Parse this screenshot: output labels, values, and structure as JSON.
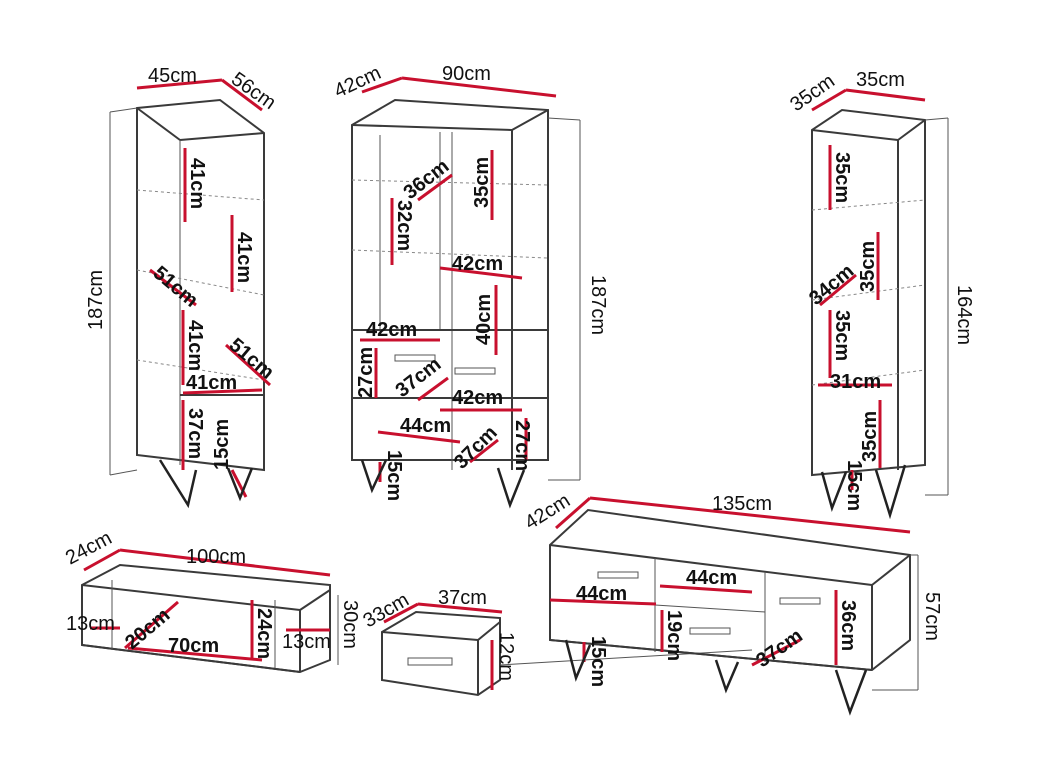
{
  "labels": {
    "tall_width": "45cm",
    "tall_depth": "56cm",
    "tall_height": "187cm",
    "tall_top_compartment": "41cm",
    "tall_mid_compartment": "41cm",
    "tall_shelf_depth": "51cm",
    "tall_low_compartment": "41cm",
    "tall_lower_shelf_depth": "51cm",
    "tall_inner_width": "41cm",
    "tall_drawer_height": "37cm",
    "tall_leg_height": "15cm",
    "vitrine_depth": "42cm",
    "vitrine_width": "90cm",
    "vitrine_height": "187cm",
    "vitrine_shelf_depth": "36cm",
    "vitrine_left_compartment": "32cm",
    "vitrine_right_top_compartment": "35cm",
    "vitrine_right_shelf_width": "42cm",
    "vitrine_right_mid_compartment": "40cm",
    "vitrine_left_shelf_width": "42cm",
    "vitrine_left_low_compartment": "27cm",
    "vitrine_drawer_depth": "37cm",
    "vitrine_right_low_shelf_width": "42cm",
    "vitrine_bottom_width": "44cm",
    "vitrine_bottom_depth": "37cm",
    "vitrine_right_low_compartment": "27cm",
    "vitrine_leg_height": "15cm",
    "bookcase_depth": "35cm",
    "bookcase_width": "35cm",
    "bookcase_height": "164cm",
    "bookcase_top_compartment": "35cm",
    "bookcase_mid_compartment": "35cm",
    "bookcase_shelf_depth": "34cm",
    "bookcase_left_compartment": "35cm",
    "bookcase_inner_width": "31cm",
    "bookcase_bottom_compartment": "35cm",
    "bookcase_leg_height": "15cm",
    "shelf_depth": "24cm",
    "shelf_width": "100cm",
    "shelf_side_height_left": "13cm",
    "shelf_inner_depth": "20cm",
    "shelf_inner_width": "70cm",
    "shelf_inner_height": "24cm",
    "shelf_side_height_right": "13cm",
    "shelf_height": "30cm",
    "drawer_depth": "33cm",
    "drawer_width": "37cm",
    "drawer_height": "12cm",
    "tv_depth": "42cm",
    "tv_width": "135cm",
    "tv_drawer_width": "44cm",
    "tv_left_compartment": "44cm",
    "tv_drawer_height": "19cm",
    "tv_right_height": "36cm",
    "tv_height": "57cm",
    "tv_compartment_depth": "37cm",
    "tv_leg_height": "15cm"
  }
}
